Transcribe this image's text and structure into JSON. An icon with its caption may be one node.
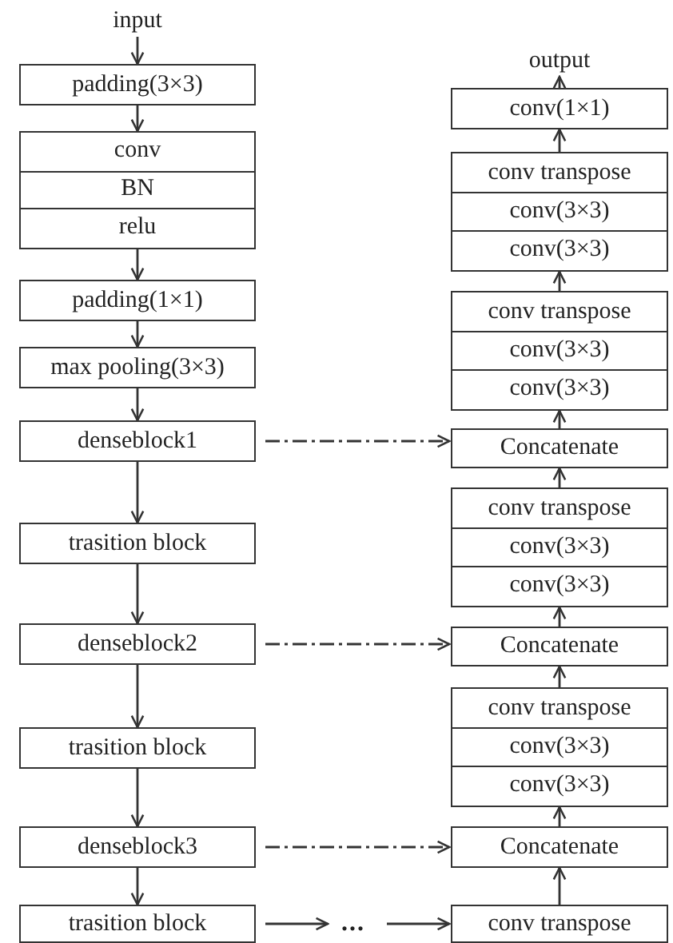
{
  "diagram": {
    "nodes": [
      {
        "text": [
          "input"
        ]
      },
      {
        "text": [
          "padding(3×3)"
        ]
      },
      {
        "text": [],
        "shape": "box"
      },
      {
        "text": [
          "conv"
        ],
        "in": 2
      },
      {
        "text": [
          "BN"
        ],
        "in": 2
      },
      {
        "text": [
          "relu"
        ],
        "in": 2
      },
      {
        "text": [
          "padding(1×1)"
        ]
      },
      {
        "text": [
          "max pooling(3×3)"
        ]
      },
      {
        "text": [
          "denseblock1"
        ]
      },
      {
        "text": [
          "trasition block"
        ]
      },
      {
        "text": [
          "denseblock2"
        ]
      },
      {
        "text": [
          "trasition block"
        ]
      },
      {
        "text": [
          "denseblock3"
        ]
      },
      {
        "text": [
          "trasition block"
        ]
      },
      {
        "text": [
          "..."
        ]
      },
      {
        "text": [
          "output"
        ]
      },
      {
        "text": [
          "conv(1×1)"
        ]
      },
      {
        "text": [],
        "shape": "box"
      },
      {
        "text": [
          "conv transpose"
        ],
        "in": 17
      },
      {
        "text": [
          "conv(3×3)"
        ],
        "in": 17
      },
      {
        "text": [
          "conv(3×3)"
        ],
        "in": 17
      },
      {
        "text": [],
        "shape": "box"
      },
      {
        "text": [
          "conv transpose"
        ],
        "in": 21
      },
      {
        "text": [
          "conv(3×3)"
        ],
        "in": 21
      },
      {
        "text": [
          "conv(3×3)"
        ],
        "in": 21
      },
      {
        "text": [
          "Concatenate"
        ]
      },
      {
        "text": [],
        "shape": "box"
      },
      {
        "text": [
          "conv transpose"
        ],
        "in": 26
      },
      {
        "text": [
          "conv(3×3)"
        ],
        "in": 26
      },
      {
        "text": [
          "conv(3×3)"
        ],
        "in": 26
      },
      {
        "text": [
          "Concatenate"
        ]
      },
      {
        "text": [],
        "shape": "box"
      },
      {
        "text": [
          "conv transpose"
        ],
        "in": 31
      },
      {
        "text": [
          "conv(3×3)"
        ],
        "in": 31
      },
      {
        "text": [
          "conv(3×3)"
        ],
        "in": 31
      },
      {
        "text": [
          "Concatenate"
        ]
      },
      {
        "text": [
          "conv transpose"
        ]
      }
    ],
    "edges": [
      {
        "from": 0,
        "to": 1,
        "arrow": "to"
      },
      {
        "from": 1,
        "to": 2,
        "arrow": "to"
      },
      {
        "from": 2,
        "to": 6,
        "arrow": "to"
      },
      {
        "from": 6,
        "to": 7,
        "arrow": "to"
      },
      {
        "from": 7,
        "to": 8,
        "arrow": "to"
      },
      {
        "from": 8,
        "to": 9,
        "arrow": "to"
      },
      {
        "from": 9,
        "to": 10,
        "arrow": "to"
      },
      {
        "from": 10,
        "to": 11,
        "arrow": "to"
      },
      {
        "from": 11,
        "to": 12,
        "arrow": "to"
      },
      {
        "from": 12,
        "to": 13,
        "arrow": "to"
      },
      {
        "from": 13,
        "to": 14,
        "arrow": "to"
      },
      {
        "from": 14,
        "to": 36,
        "arrow": "to"
      },
      {
        "from": 36,
        "to": 35,
        "arrow": "to"
      },
      {
        "from": 35,
        "to": 31,
        "arrow": "to"
      },
      {
        "from": 31,
        "to": 30,
        "arrow": "to"
      },
      {
        "from": 30,
        "to": 26,
        "arrow": "to"
      },
      {
        "from": 26,
        "to": 25,
        "arrow": "to"
      },
      {
        "from": 25,
        "to": 21,
        "arrow": "to"
      },
      {
        "from": 21,
        "to": 17,
        "arrow": "to"
      },
      {
        "from": 17,
        "to": 16,
        "arrow": "to"
      },
      {
        "from": 16,
        "to": 15,
        "arrow": "to"
      },
      {
        "from": 8,
        "to": 25,
        "arrow": "to",
        "style": "dashed"
      },
      {
        "from": 10,
        "to": 30,
        "arrow": "to",
        "style": "dashed"
      },
      {
        "from": 12,
        "to": 35,
        "arrow": "to",
        "style": "dashed"
      }
    ]
  }
}
